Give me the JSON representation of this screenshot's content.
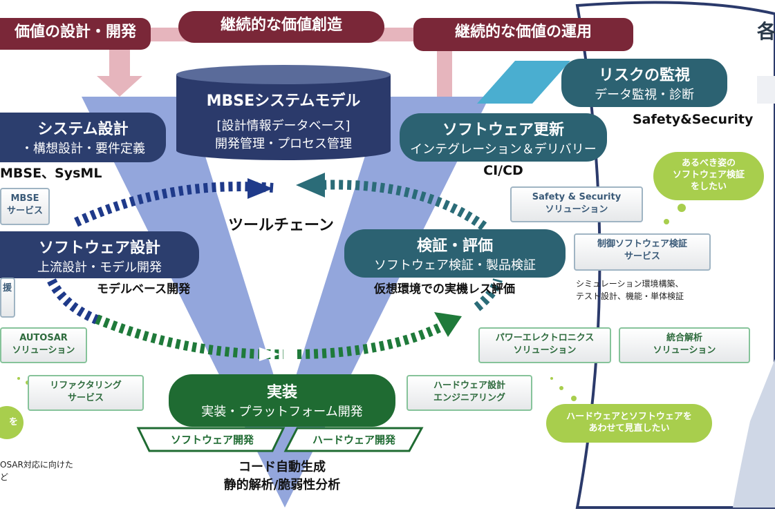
{
  "top_left_banner": "価値の設計・開発",
  "top_center_banner": "継続的な価値創造",
  "top_right_banner": "継続的な価値の運用",
  "right_title": "各",
  "model_box": {
    "title": "MBSEシステムモデル",
    "line1": "[設計情報データベース]",
    "line2": "開発管理・プロセス管理"
  },
  "system_design": {
    "title": "システム設計",
    "subtitle": "・構想設計・要件定義",
    "note": "MBSE、SysML"
  },
  "mbse_service": {
    "line1": "MBSE",
    "line2": "サービス"
  },
  "software_design": {
    "title": "ソフトウェア設計",
    "subtitle": "上流設計・モデル開発",
    "note": "モデルベース開発"
  },
  "support_box": "援",
  "autosar": {
    "line1": "AUTOSAR",
    "line2": "ソリューション"
  },
  "refactoring": {
    "line1": "リファクタリング",
    "line2": "サービス"
  },
  "left_cloud": "を",
  "left_note": {
    "line1": "OSAR対応に向けた",
    "line2": "ど"
  },
  "toolchain": "ツールチェーン",
  "implementation": {
    "title": "実装",
    "subtitle": "実装・プラットフォーム開発"
  },
  "software_dev": "ソフトウェア開発",
  "hardware_dev": "ハードウェア開発",
  "code_gen": {
    "line1": "コード自動生成",
    "line2": "静的解析/脆弱性分析"
  },
  "software_update": {
    "title": "ソフトウェア更新",
    "subtitle": "インテグレーション＆デリバリー",
    "note": "CI/CD"
  },
  "risk_monitor": {
    "title": "リスクの監視",
    "subtitle": "データ監視・診断",
    "note": "Safety&Security"
  },
  "verification": {
    "title": "検証・評価",
    "subtitle": "ソフトウェア検証・製品検証",
    "note": "仮想環境での実機レス評価"
  },
  "safety_security": {
    "line1": "Safety & Security",
    "line2": "ソリューション"
  },
  "control_sw": {
    "line1": "制御ソフトウェア検証",
    "line2": "サービス"
  },
  "sim_note": {
    "line1": "シミュレーション環境構築、",
    "line2": "テスト設計、機能・単体検証"
  },
  "power_electronics": {
    "line1": "パワーエレクトロニクス",
    "line2": "ソリューション"
  },
  "integrated_analysis": {
    "line1": "統合解析",
    "line2": "ソリューション"
  },
  "hw_design": {
    "line1": "ハードウェア設計",
    "line2": "エンジニアリング"
  },
  "cloud_top": {
    "line1": "あるべき姿の",
    "line2": "ソフトウェア検証",
    "line3": "をしたい"
  },
  "cloud_bottom": {
    "line1": "ハードウェアとソフトウェアを",
    "line2": "あわせて見直したい"
  },
  "colors": {
    "wine": "#7a2738",
    "navy": "#2c3e6e",
    "teal": "#2c6272",
    "green": "#1f6b32",
    "v_shape": "#93a6dc",
    "cloud": "#a8ce4d"
  }
}
